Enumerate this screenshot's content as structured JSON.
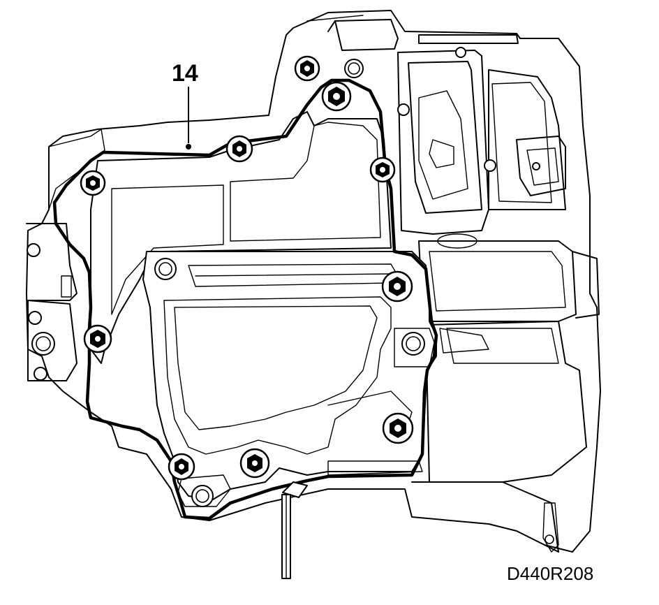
{
  "figure": {
    "callout_label": "14",
    "figure_code": "D440R208"
  },
  "bolts": [
    {
      "id": "bolt-1"
    },
    {
      "id": "bolt-2"
    },
    {
      "id": "bolt-3"
    },
    {
      "id": "bolt-4"
    },
    {
      "id": "bolt-5"
    },
    {
      "id": "bolt-6"
    },
    {
      "id": "bolt-7"
    },
    {
      "id": "bolt-8"
    },
    {
      "id": "bolt-9"
    },
    {
      "id": "bolt-10"
    }
  ]
}
